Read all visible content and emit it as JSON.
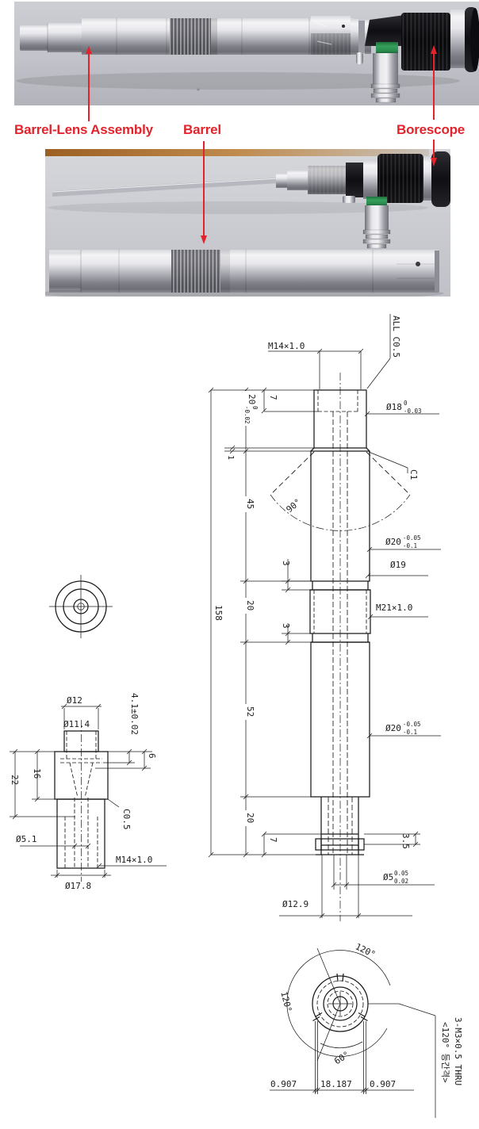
{
  "figure": {
    "labels": {
      "barrel_lens_assembly": "Barrel-Lens Assembly",
      "barrel": "Barrel",
      "borescope": "Borescope"
    },
    "colors": {
      "label_red": "#e3232b",
      "green_band": "#2f9152",
      "photo_background": "#c6c7ce",
      "drawing_line": "#1b1b1b"
    }
  },
  "main_view": {
    "thread_top": "M14×1.0",
    "note_all": "ALL C0.5",
    "dia18": {
      "v": "Ø18",
      "sup": "0",
      "sub": "-0.03"
    },
    "len20_top": {
      "v": "20",
      "sup": "0",
      "sub": "-0.02"
    },
    "depth7_top": "7",
    "len1": "1",
    "len45": "45",
    "angle90": "90°",
    "chamfer_c1": "C1",
    "dia20_upper": {
      "v": "Ø20",
      "sup": "-0.05",
      "sub": "-0.1"
    },
    "groove3_top": "3",
    "dia19": "Ø19",
    "len20_mid": "20",
    "thread_mid": "M21×1.0",
    "groove3_bot": "3",
    "len52": "52",
    "dia20_lower": {
      "v": "Ø20",
      "sup": "-0.05",
      "sub": "-0.1"
    },
    "len20_bot": "20",
    "depth7_bot": "7",
    "len3_5": "3.5",
    "dia5": {
      "v": "Ø5",
      "sup": "0.05",
      "sub": "0.02"
    },
    "dia12_9": "Ø12.9",
    "len158": "158"
  },
  "lens_holder_view": {
    "dia12": "Ø12",
    "dia11_4": "Ø11.4",
    "len4_1": "4.1±0.02",
    "len6": "6",
    "len16": "16",
    "len22": "22",
    "chamfer": "C0.5",
    "dia5_1": "Ø5.1",
    "thread": "M14×1.0",
    "dia17_8": "Ø17.8"
  },
  "end_view": {
    "angle120_top": "120°",
    "angle120_left": "120°",
    "angle60": "60°",
    "dim_left": "0.907",
    "dim_mid": "18.187",
    "dim_right": "0.907",
    "hole_note_1": "3-M3×0.5 THRU",
    "hole_note_2": "<120° 등간격>"
  }
}
